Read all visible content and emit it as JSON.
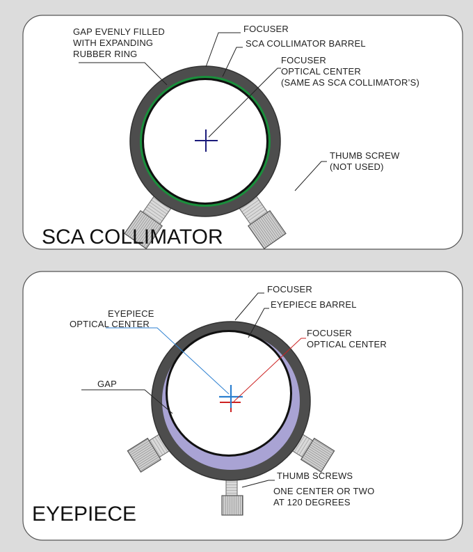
{
  "panels": {
    "top": {
      "title": "SCA COLLIMATOR",
      "labels": {
        "gap_line1": "GAP EVENLY FILLED",
        "gap_line2": "WITH EXPANDING",
        "gap_line3": "RUBBER RING",
        "focuser": "FOCUSER",
        "barrel": "SCA COLLIMATOR BARREL",
        "center_line1": "FOCUSER",
        "center_line2": "OPTICAL CENTER",
        "center_line3": "(SAME AS SCA COLLIMATOR’S)",
        "thumb_line1": "THUMB SCREW",
        "thumb_line2": "(NOT USED)"
      }
    },
    "bottom": {
      "title": "EYEPIECE",
      "labels": {
        "focuser": "FOCUSER",
        "barrel": "EYEPIECE BARREL",
        "eyepiece_center_line1": "EYEPIECE",
        "eyepiece_center_line2": "OPTICAL CENTER",
        "focuser_center_line1": "FOCUSER",
        "focuser_center_line2": "OPTICAL CENTER",
        "gap": "GAP",
        "thumbs_line1": "THUMB SCREWS",
        "thumbs_line2": "ONE CENTER OR TWO",
        "thumbs_line3": "AT 120 DEGREES"
      }
    }
  },
  "colors": {
    "background": "#dcdcdc",
    "panel_fill": "#ffffff",
    "focuser_ring": "#4d4d4d",
    "rubber_ring": "#1a8f3c",
    "gap_fill": "#a9a3d4",
    "eyepiece_center_mark": "#2b7fd0",
    "focuser_center_mark": "#cc2222",
    "collimator_center_mark": "#1b1b7a",
    "leader_line": "#222222"
  }
}
